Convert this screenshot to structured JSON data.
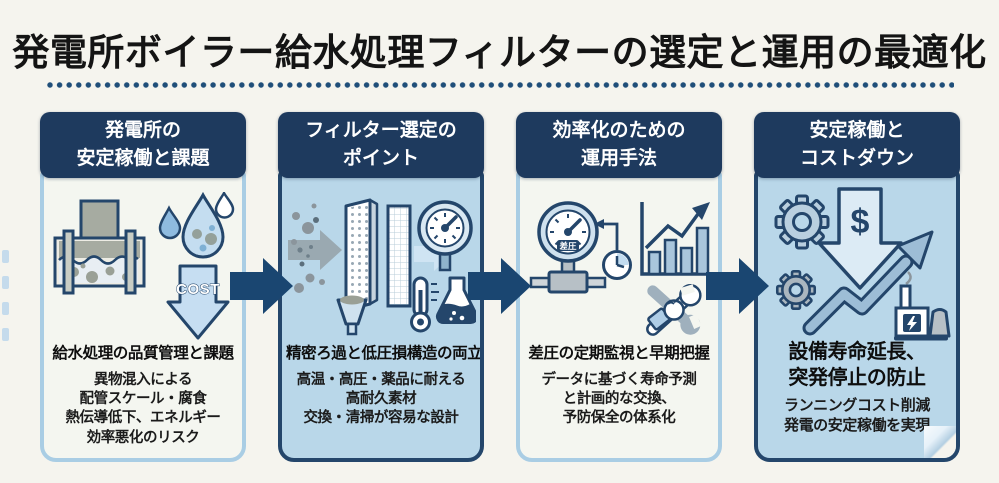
{
  "title": "発電所ボイラー給水処理フィルターの選定と運用の最適化",
  "colors": {
    "background": "#f5f4ee",
    "header_navy": "#1e3a5e",
    "panel_blue_body": "#b9d7e9",
    "panel_light_body": "#f4f6f0",
    "border_light_blue": "#a9cde4",
    "border_navy": "#24466b",
    "flow_arrow": "#1a4671",
    "dotted_underline": "#1f4e79",
    "text_black": "#141414",
    "icon_light_blue": "#c4ddf0",
    "icon_gray": "#9aa096"
  },
  "panels": [
    {
      "name": "発電所の安定稼働と課題",
      "header_lines": [
        "発電所の",
        "安定稼働と課題"
      ],
      "heading_lines": [
        "給水処理の品質管理と課題"
      ],
      "body_lines": [
        "異物混入による",
        "配管スケール・腐食",
        "熱伝導低下、エネルギー",
        "効率悪化のリスク"
      ],
      "icons": [
        "fouled-pipe-icon",
        "contaminated-water-drops-icon",
        "cost-down-arrow-icon"
      ],
      "cost_label": "COST"
    },
    {
      "name": "フィルター選定のポイント",
      "header_lines": [
        "フィルター選定の",
        "ポイント"
      ],
      "heading_lines": [
        "精密ろ過と低圧損構造の両立"
      ],
      "body_lines": [
        "高温・高圧・薬品に耐える",
        "高耐久素材",
        "交換・清掃が容易な設計"
      ],
      "icons": [
        "particles-icon",
        "filter-panel-icon",
        "clean-filter-icon",
        "funnel-icon",
        "pressure-gauge-icon",
        "thermometer-icon",
        "flask-icon"
      ]
    },
    {
      "name": "効率化のための運用手法",
      "header_lines": [
        "効率化のための",
        "運用手法"
      ],
      "heading_lines": [
        "差圧の定期監視と早期把握"
      ],
      "body_lines": [
        "データに基づく寿命予測",
        "と計画的な交換、",
        "予防保全の体系化"
      ],
      "icons": [
        "differential-pressure-gauge-icon",
        "clock-icon",
        "trend-bar-chart-icon",
        "crossed-wrenches-icon"
      ],
      "gauge_label": "差圧"
    },
    {
      "name": "安定稼働とコストダウン",
      "header_lines": [
        "安定稼働と",
        "コストダウン"
      ],
      "heading_lines": [
        "設備寿命延長、",
        "突発停止の防止"
      ],
      "body_lines": [
        "ランニングコスト削減",
        "発電の安定稼働を実現"
      ],
      "icons": [
        "gears-icon",
        "cost-dollar-down-arrow-icon",
        "growth-arrow-icon",
        "power-plant-icon"
      ],
      "dollar_label": "$"
    }
  ]
}
